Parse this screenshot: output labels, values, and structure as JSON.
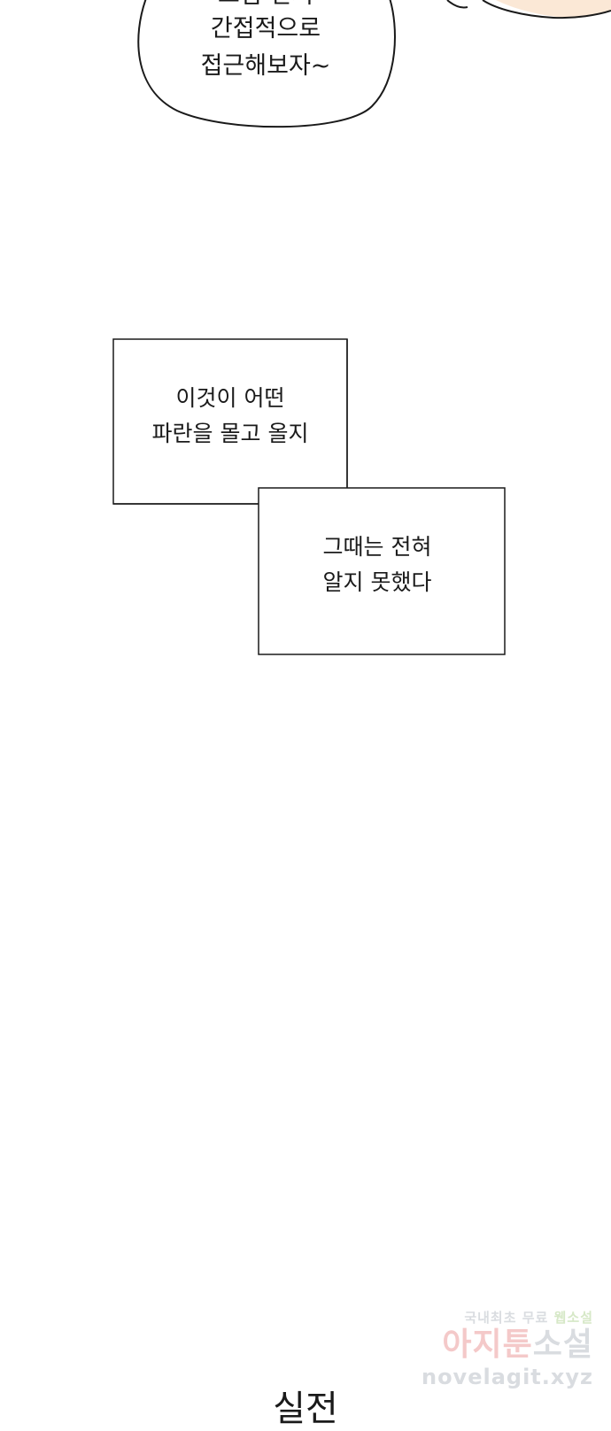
{
  "speech_bubble": {
    "partial_line": "그럼 먼저",
    "line1": "간접적으로",
    "line2": "접근해보자~"
  },
  "narration_box_1": {
    "line1": "이것이 어떤",
    "line2": "파란을 몰고 올지"
  },
  "narration_box_2": {
    "line1": "그때는 전혀",
    "line2": "알지 못했다"
  },
  "watermark": {
    "top_line": "국내최초 무료",
    "top_accent": "웹소설",
    "mid_line": "아지툰",
    "mid_accent": "소설",
    "bottom_line": "novelagit.xyz"
  },
  "bottom_title": "실전",
  "colors": {
    "ink": "#1a1a1a",
    "skin": "#fbe8d6",
    "watermark_gray": "#d9dce0",
    "watermark_pink": "#f4c9c9",
    "watermark_green": "#d6e8c7"
  }
}
